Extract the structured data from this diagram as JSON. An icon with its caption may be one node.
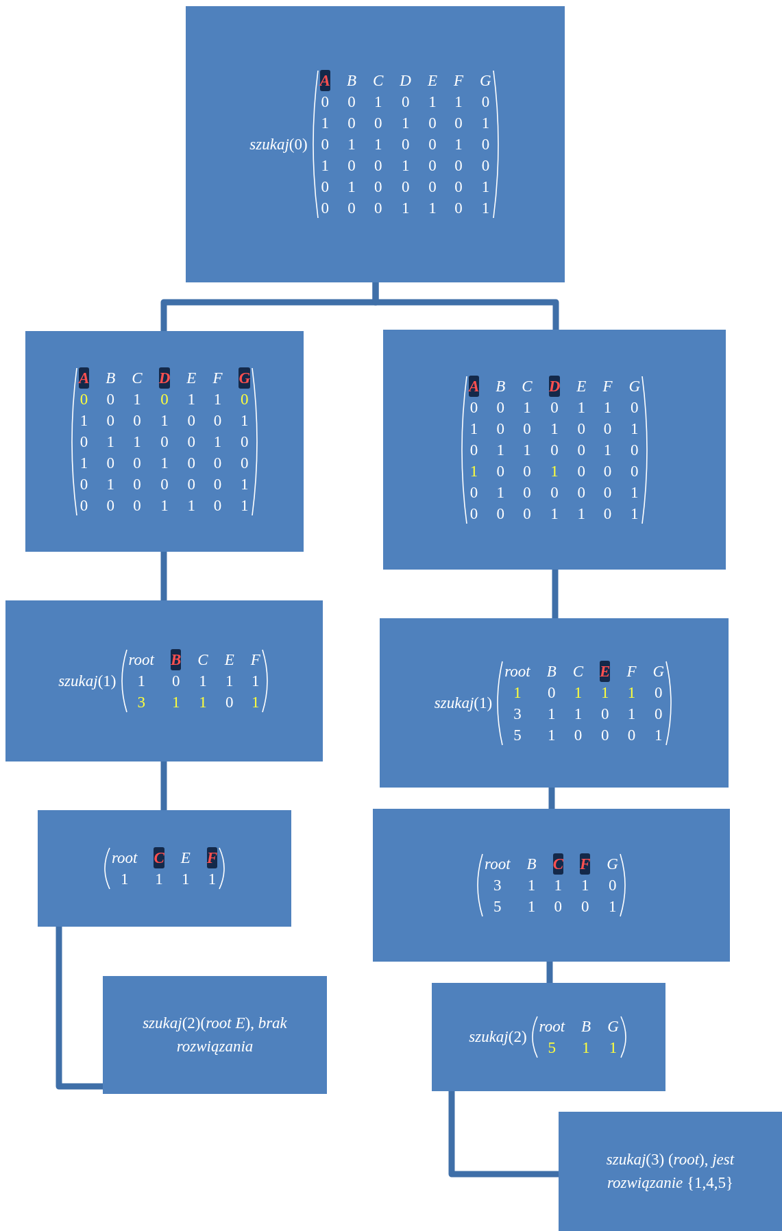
{
  "diagram": {
    "nodes": [
      {
        "text": [
          "*szukaj*(0)",
          "A",
          "B",
          "C",
          "D",
          "E",
          "F",
          "G",
          "0",
          "0",
          "1",
          "0",
          "1",
          "1",
          "0",
          "1",
          "0",
          "0",
          "1",
          "0",
          "0",
          "1",
          "0",
          "1",
          "1",
          "0",
          "0",
          "1",
          "0",
          "1",
          "0",
          "0",
          "1",
          "0",
          "0",
          "0",
          "0",
          "1",
          "0",
          "0",
          "0",
          "0",
          "1",
          "0",
          "0",
          "0",
          "1",
          "1",
          "0",
          "1"
        ]
      },
      {
        "text": [
          "A",
          "B",
          "C",
          "D",
          "E",
          "F",
          "G",
          "0",
          "0",
          "1",
          "0",
          "1",
          "1",
          "0",
          "1",
          "0",
          "0",
          "1",
          "0",
          "0",
          "1",
          "0",
          "1",
          "1",
          "0",
          "0",
          "1",
          "0",
          "1",
          "0",
          "0",
          "1",
          "0",
          "0",
          "0",
          "0",
          "1",
          "0",
          "0",
          "0",
          "0",
          "1",
          "0",
          "0",
          "0",
          "1",
          "1",
          "0",
          "1"
        ]
      },
      {
        "text": [
          "A",
          "B",
          "C",
          "D",
          "E",
          "F",
          "G",
          "0",
          "0",
          "1",
          "0",
          "1",
          "1",
          "0",
          "1",
          "0",
          "0",
          "1",
          "0",
          "0",
          "1",
          "0",
          "1",
          "1",
          "0",
          "0",
          "1",
          "0",
          "1",
          "0",
          "0",
          "1",
          "0",
          "0",
          "0",
          "0",
          "1",
          "0",
          "0",
          "0",
          "0",
          "1",
          "0",
          "0",
          "0",
          "1",
          "1",
          "0",
          "1"
        ]
      },
      {
        "text": [
          "*szukaj*(1)",
          "root",
          "B",
          "C",
          "E",
          "F",
          "1",
          "0",
          "1",
          "1",
          "1",
          "3",
          "1",
          "1",
          "0",
          "1"
        ]
      },
      {
        "text": [
          "*szukaj*(1)",
          "root",
          "B",
          "C",
          "E",
          "F",
          "G",
          "1",
          "0",
          "1",
          "1",
          "1",
          "0",
          "3",
          "1",
          "1",
          "0",
          "1",
          "0",
          "5",
          "1",
          "0",
          "0",
          "0",
          "1"
        ]
      },
      {
        "text": [
          "root",
          "C",
          "E",
          "F",
          "1",
          "1",
          "1",
          "1"
        ]
      },
      {
        "text": [
          "root",
          "B",
          "C",
          "F",
          "G",
          "3",
          "1",
          "1",
          "1",
          "0",
          "5",
          "1",
          "0",
          "0",
          "1"
        ]
      },
      {
        "text": [
          "*szukaj*(2)(*root* *E*), *brak rozwiązania*"
        ]
      },
      {
        "text": [
          "*szukaj*(2)",
          "root",
          "B",
          "G",
          "5",
          "1",
          "1"
        ]
      },
      {
        "text": [
          "*szukaj*(3) (*root*), *jest rozwiązanie* {1,4,5}"
        ]
      }
    ],
    "edges": [
      {
        "from": 0,
        "to": 1,
        "arrow": "none"
      },
      {
        "from": 0,
        "to": 2,
        "arrow": "none"
      },
      {
        "from": 1,
        "to": 3,
        "arrow": "none"
      },
      {
        "from": 2,
        "to": 4,
        "arrow": "none"
      },
      {
        "from": 3,
        "to": 5,
        "arrow": "none"
      },
      {
        "from": 4,
        "to": 6,
        "arrow": "none"
      },
      {
        "from": 5,
        "to": 7,
        "arrow": "none"
      },
      {
        "from": 6,
        "to": 8,
        "arrow": "none"
      },
      {
        "from": 8,
        "to": 9,
        "arrow": "none"
      }
    ]
  }
}
